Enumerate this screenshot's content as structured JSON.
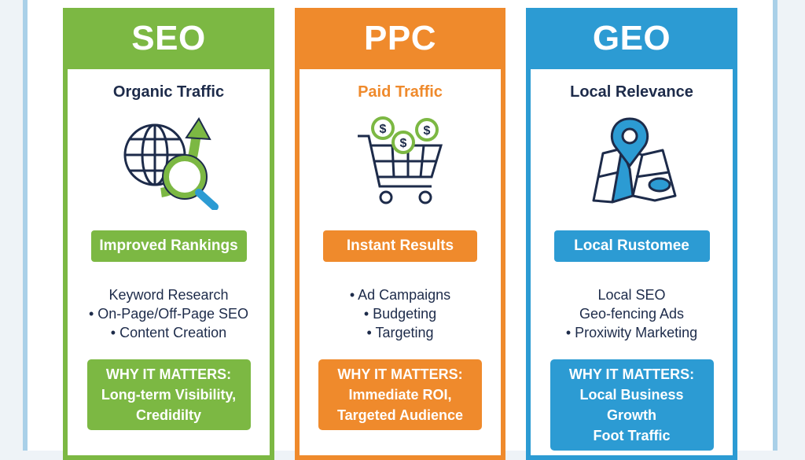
{
  "columns": [
    {
      "id": "seo",
      "title": "SEO",
      "subtitle": "Organic Traffic",
      "icon": "globe-magnifier-growth-icon",
      "highlight": "Improved Rankings",
      "items": [
        "Keyword Research",
        "• On-Page/Off-Page SEO",
        "• Content Creation"
      ],
      "why_label": "WHY IT MATTERS:",
      "why_lines": [
        "Long-term Visibility,",
        "Credidilty"
      ],
      "color": "#7cb843"
    },
    {
      "id": "ppc",
      "title": "PPC",
      "subtitle": "Paid Traffic",
      "icon": "shopping-cart-coins-icon",
      "highlight": "Instant Results",
      "items": [
        "• Ad Campaigns",
        "• Budgeting",
        "• Targeting"
      ],
      "why_label": "WHY IT MATTERS:",
      "why_lines": [
        "Immediate ROI,",
        "Targeted Audience"
      ],
      "color": "#ef8a2c"
    },
    {
      "id": "geo",
      "title": "GEO",
      "subtitle": "Local Relevance",
      "icon": "map-pin-icon",
      "highlight": "Local Rustomee",
      "items": [
        "Local SEO",
        "Geo-fencing Ads",
        "• Proxiwity Marketing"
      ],
      "why_label": "WHY IT MATTERS:",
      "why_lines": [
        "Local Business Growth",
        "Foot Traffic"
      ],
      "color": "#2c9bd3"
    }
  ]
}
